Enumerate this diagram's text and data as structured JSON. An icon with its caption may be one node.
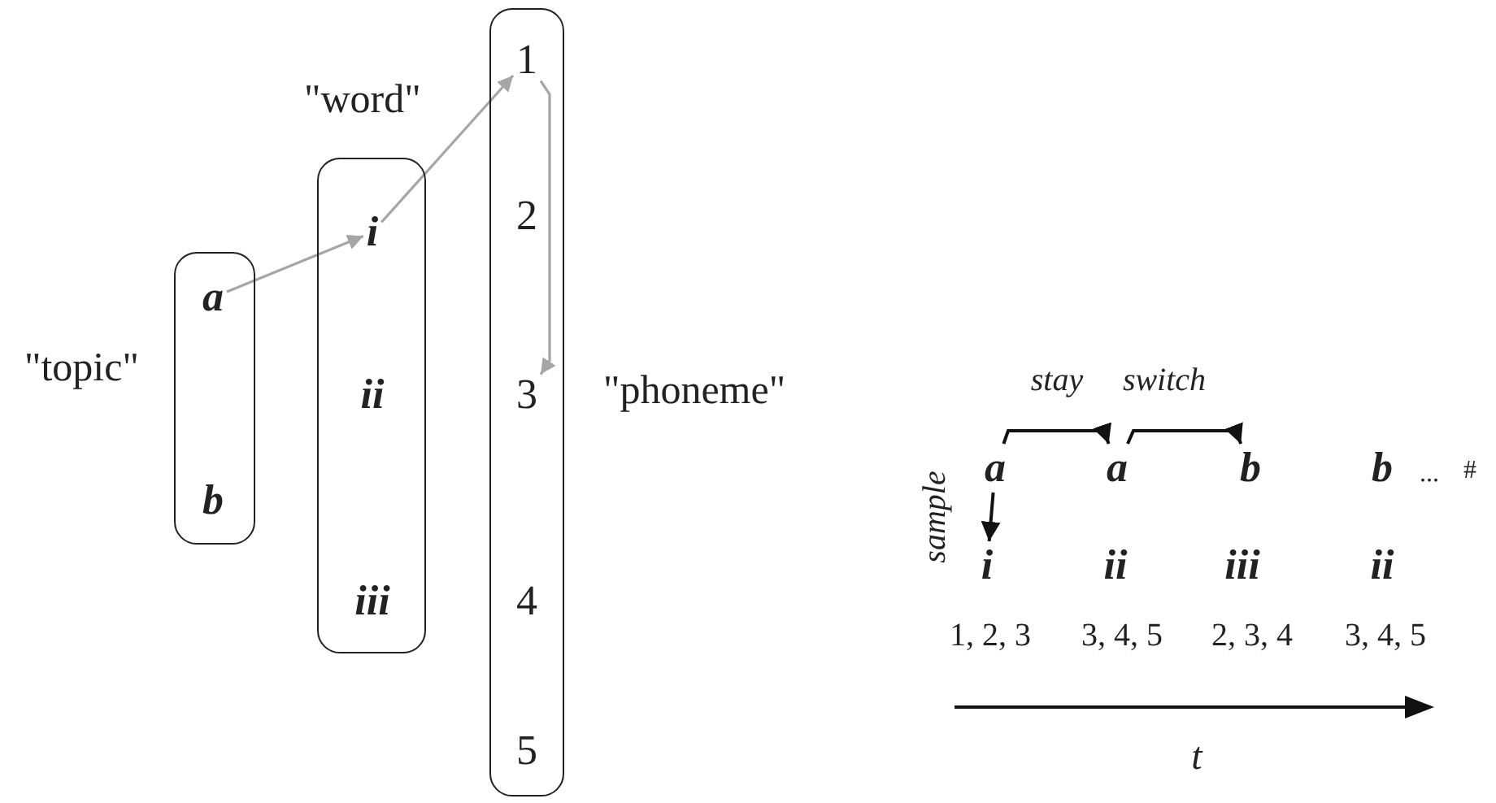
{
  "diagram": {
    "nodes": [
      {
        "text": [
          "\"topic\""
        ]
      },
      {
        "text": [
          "a"
        ],
        "in": 0
      },
      {
        "text": [
          "b"
        ],
        "in": 0
      },
      {
        "text": [
          "\"word\""
        ]
      },
      {
        "text": [
          "i"
        ],
        "in": 3
      },
      {
        "text": [
          "ii"
        ],
        "in": 3
      },
      {
        "text": [
          "iii"
        ],
        "in": 3
      },
      {
        "text": [
          "\"phoneme\""
        ]
      },
      {
        "text": [
          "1"
        ],
        "in": 7
      },
      {
        "text": [
          "2"
        ],
        "in": 7
      },
      {
        "text": [
          "3"
        ],
        "in": 7
      },
      {
        "text": [
          "4"
        ],
        "in": 7
      },
      {
        "text": [
          "5"
        ],
        "in": 7
      },
      {
        "text": [
          "a"
        ]
      },
      {
        "text": [
          "a"
        ]
      },
      {
        "text": [
          "b"
        ]
      },
      {
        "text": [
          "b"
        ]
      },
      {
        "text": [
          "i"
        ]
      },
      {
        "text": [
          "ii"
        ]
      },
      {
        "text": [
          "iii"
        ]
      },
      {
        "text": [
          "ii"
        ]
      }
    ],
    "edges": [
      {
        "from": 1,
        "to": 4,
        "arrow": "to",
        "color": "#a6a6a6"
      },
      {
        "from": 4,
        "to": 8,
        "arrow": "to",
        "color": "#a6a6a6"
      },
      {
        "from": 8,
        "to": 10,
        "arrow": "to",
        "color": "#a6a6a6"
      },
      {
        "from": 13,
        "to": 14,
        "arrow": "to",
        "label": "stay",
        "color": "#111111"
      },
      {
        "from": 14,
        "to": 15,
        "arrow": "to",
        "label": "switch",
        "color": "#111111"
      },
      {
        "from": 13,
        "to": 17,
        "arrow": "to",
        "label": "sample",
        "color": "#111111"
      }
    ],
    "labels": [
      "...",
      "#",
      "1, 2, 3",
      "3, 4, 5",
      "2, 3, 4",
      "3, 4, 5",
      "t"
    ]
  }
}
